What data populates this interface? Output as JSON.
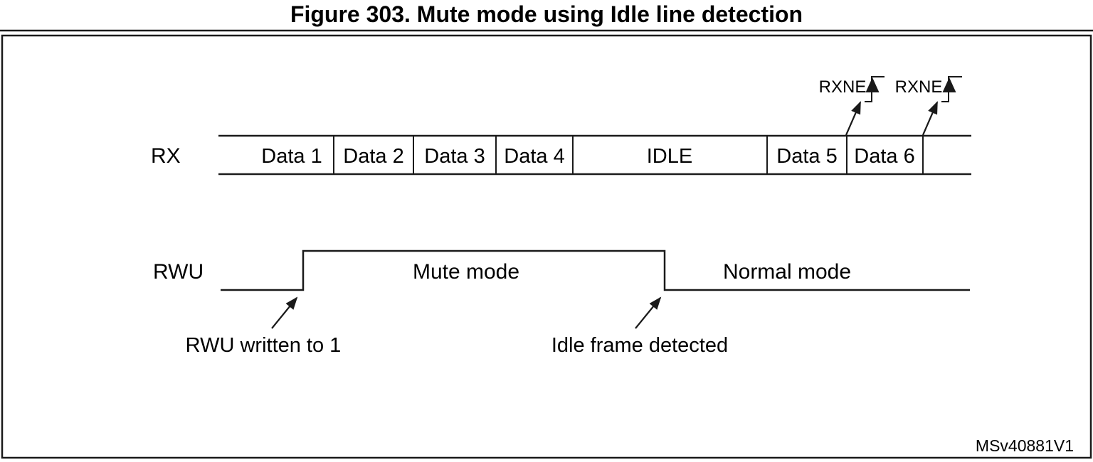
{
  "figure": {
    "title": "Figure 303. Mute mode using Idle line detection",
    "code": "MSv40881V1"
  },
  "colors": {
    "line": "#1a1a1a",
    "text": "#000000",
    "background": "#ffffff"
  },
  "rx_row": {
    "label": "RX",
    "cells": [
      "Data 1",
      "Data 2",
      "Data 3",
      "Data 4",
      "IDLE",
      "Data 5",
      "Data 6"
    ],
    "rxne_label": "RXNE"
  },
  "rwu_row": {
    "label": "RWU",
    "mute_label": "Mute mode",
    "normal_label": "Normal mode"
  },
  "annotations": {
    "rwu_written": "RWU written to 1",
    "idle_detected": "Idle frame detected"
  }
}
